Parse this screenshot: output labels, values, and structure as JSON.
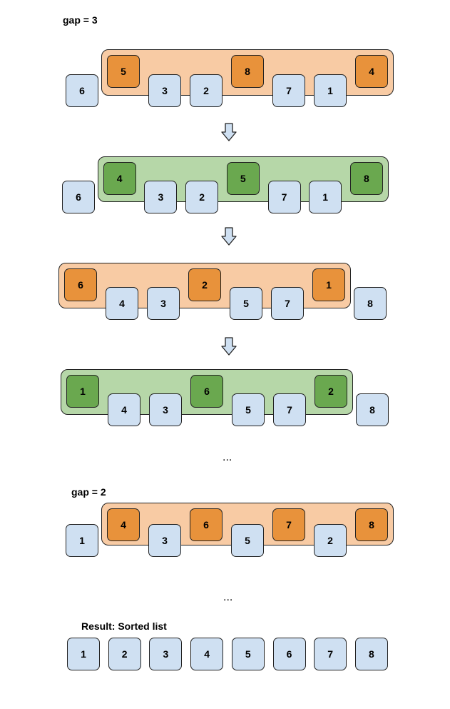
{
  "labels": {
    "gap3": "gap = 3",
    "gap2": "gap = 2",
    "result": "Result: Sorted list",
    "ellipsis1": "...",
    "ellipsis2": "..."
  },
  "colors": {
    "plain_fill": "#cfe0f2",
    "orange_band": "#f8cba4",
    "orange_box": "#e8923b",
    "green_band": "#b6d7a8",
    "green_box": "#6aa84f",
    "arrow_fill": "#cfe0f2"
  },
  "rows": [
    {
      "band_color": "orange",
      "band_start": 1,
      "band_end": 7,
      "values": [
        "6",
        "5",
        "3",
        "2",
        "8",
        "7",
        "1",
        "4"
      ],
      "highlighted": [
        1,
        4,
        7
      ]
    },
    {
      "band_color": "green",
      "band_start": 1,
      "band_end": 7,
      "values": [
        "6",
        "4",
        "3",
        "2",
        "5",
        "7",
        "1",
        "8"
      ],
      "highlighted": [
        1,
        4,
        7
      ]
    },
    {
      "band_color": "orange",
      "band_start": 0,
      "band_end": 6,
      "values": [
        "6",
        "4",
        "3",
        "2",
        "5",
        "7",
        "1",
        "8"
      ],
      "highlighted": [
        0,
        3,
        6
      ]
    },
    {
      "band_color": "green",
      "band_start": 0,
      "band_end": 6,
      "values": [
        "1",
        "4",
        "3",
        "6",
        "5",
        "7",
        "2",
        "8"
      ],
      "highlighted": [
        0,
        3,
        6
      ]
    },
    {
      "band_color": "orange",
      "band_start": 1,
      "band_end": 7,
      "values": [
        "1",
        "4",
        "3",
        "6",
        "5",
        "7",
        "2",
        "8"
      ],
      "highlighted": [
        1,
        3,
        5,
        7
      ]
    },
    {
      "band_color": "none",
      "values": [
        "1",
        "2",
        "3",
        "4",
        "5",
        "6",
        "7",
        "8"
      ],
      "highlighted": []
    }
  ]
}
